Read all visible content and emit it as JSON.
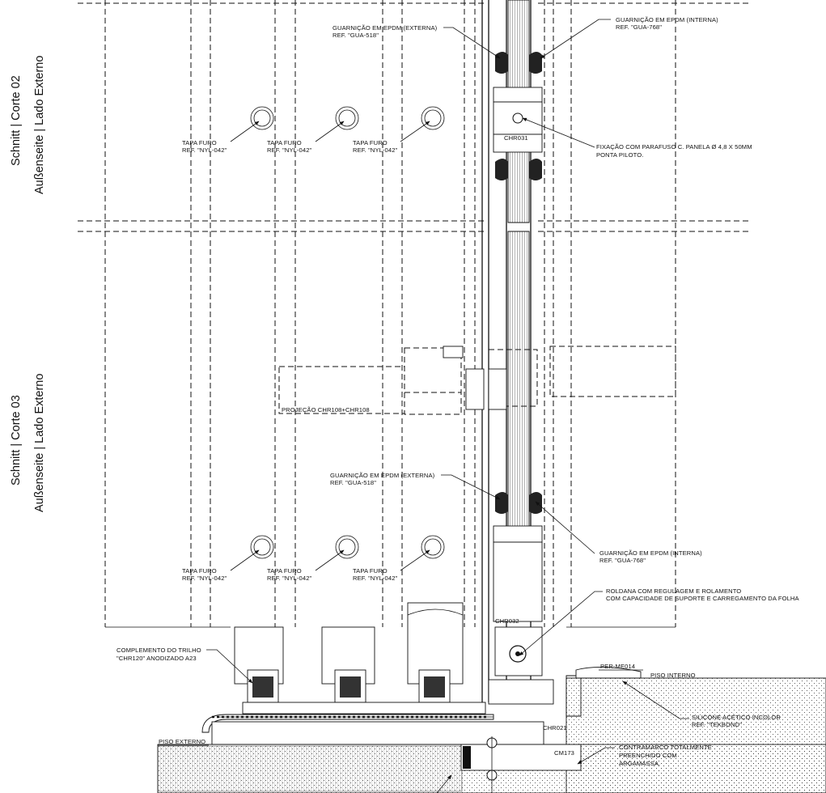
{
  "side_titles": {
    "section_02_line1": "Schnitt | Corte 02",
    "section_02_line2": "Außenseite | Lado Externo",
    "section_03_line1": "Schnitt | Corte 03",
    "section_03_line2": "Außenseite | Lado Externo"
  },
  "notes": {
    "gasket_ext_top_1": "GUARNIÇÃO EM EPDM (EXTERNA)",
    "gasket_ext_top_2": "REF. \"GUA-518\"",
    "gasket_int_top_1": "GUARNIÇÃO EM EPDM (INTERNA)",
    "gasket_int_top_2": "REF. \"GUA-768\"",
    "fixing_1": "FIXAÇÃO COM PARAFUSO C. PANELA Ø 4,8 X 50MM",
    "fixing_2": "PONTA PILOTO.",
    "profile_chr031": "CHR031",
    "projection": "PROJEÇÃO CHR108+CHR108",
    "gasket_ext_bot_1": "GUARNIÇÃO EM EPDM (EXTERNA)",
    "gasket_ext_bot_2": "REF. \"GUA-518\"",
    "gasket_int_bot_1": "GUARNIÇÃO EM EPDM (INTERNA)",
    "gasket_int_bot_2": "REF. \"GUA-768\"",
    "roller_1": "ROLDANA COM REGULAGEM E ROLAMENTO",
    "roller_2": "COM CAPACIDADE DE SUPORTE E CARREGAMENTO DA FOLHA",
    "profile_chr032": "CHR032",
    "rail_1": "COMPLEMENTO DO TRILHO",
    "rail_2": "\"CHR120\" ANODIZADO A23",
    "per_me014": "PER-ME014",
    "piso_interno": "PISO INTERNO",
    "piso_externo": "PISO EXTERNO",
    "silicone_1": "SILICONE ACÉTICO INCOLOR",
    "silicone_2": "REF. \"TEKBOND\"",
    "profile_chr021": "CHR021",
    "profile_cm173": "CM173",
    "subframe_1": "CONTRAMARCO TOTALMENTE",
    "subframe_2": "PREENCHIDO COM",
    "subframe_3": "ARGAMASSA."
  },
  "caps": [
    {
      "line1": "TAPA FURO",
      "line2": "REF. \"NYL-042\""
    },
    {
      "line1": "TAPA FURO",
      "line2": "REF. \"NYL-042\""
    },
    {
      "line1": "TAPA FURO",
      "line2": "REF. \"NYL-042\""
    },
    {
      "line1": "TAPA FURO",
      "line2": "REF. \"NYL-042\""
    },
    {
      "line1": "TAPA FURO",
      "line2": "REF. \"NYL-042\""
    },
    {
      "line1": "TAPA FURO",
      "line2": "REF. \"NYL-042\""
    }
  ]
}
